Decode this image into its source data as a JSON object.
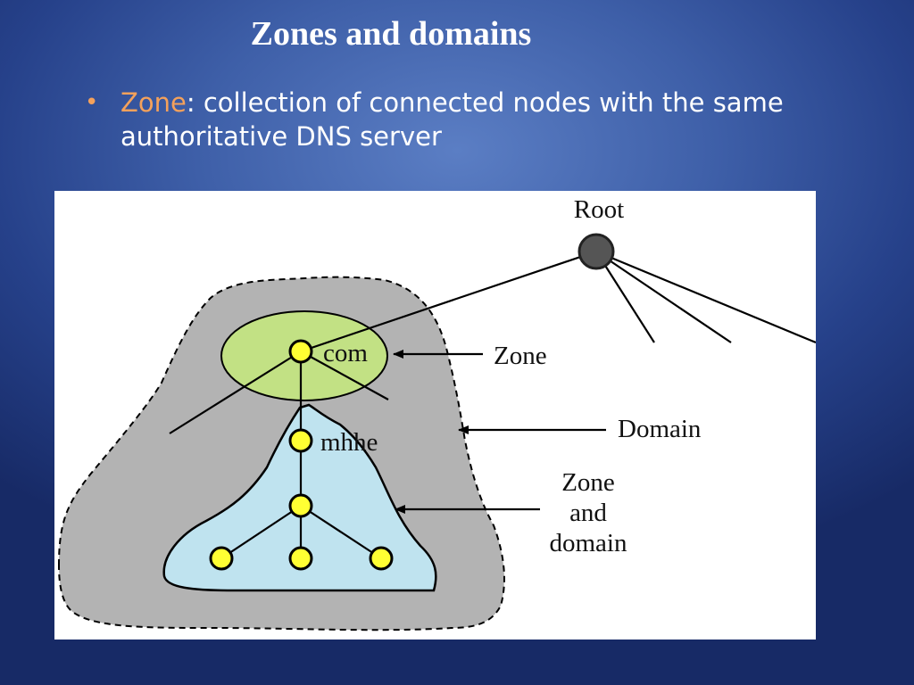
{
  "slide": {
    "title": "Zones and domains",
    "bullet": {
      "term": "Zone",
      "separator": ":",
      "text": " collection of connected nodes with the same authoritative DNS server"
    }
  },
  "diagram": {
    "root_label": "Root",
    "com_label": "com",
    "mhhe_label": "mhhe",
    "zone_label": "Zone",
    "domain_label": "Domain",
    "zone_and_domain_label": [
      "Zone",
      "and",
      "domain"
    ],
    "colors": {
      "domain_fill": "#b3b3b3",
      "zone_fill": "#c2e184",
      "zone_domain_fill": "#bfe3ef",
      "node_fill": "#ffff33",
      "root_fill": "#555555",
      "mhhe_text": "#d42a2a"
    }
  }
}
